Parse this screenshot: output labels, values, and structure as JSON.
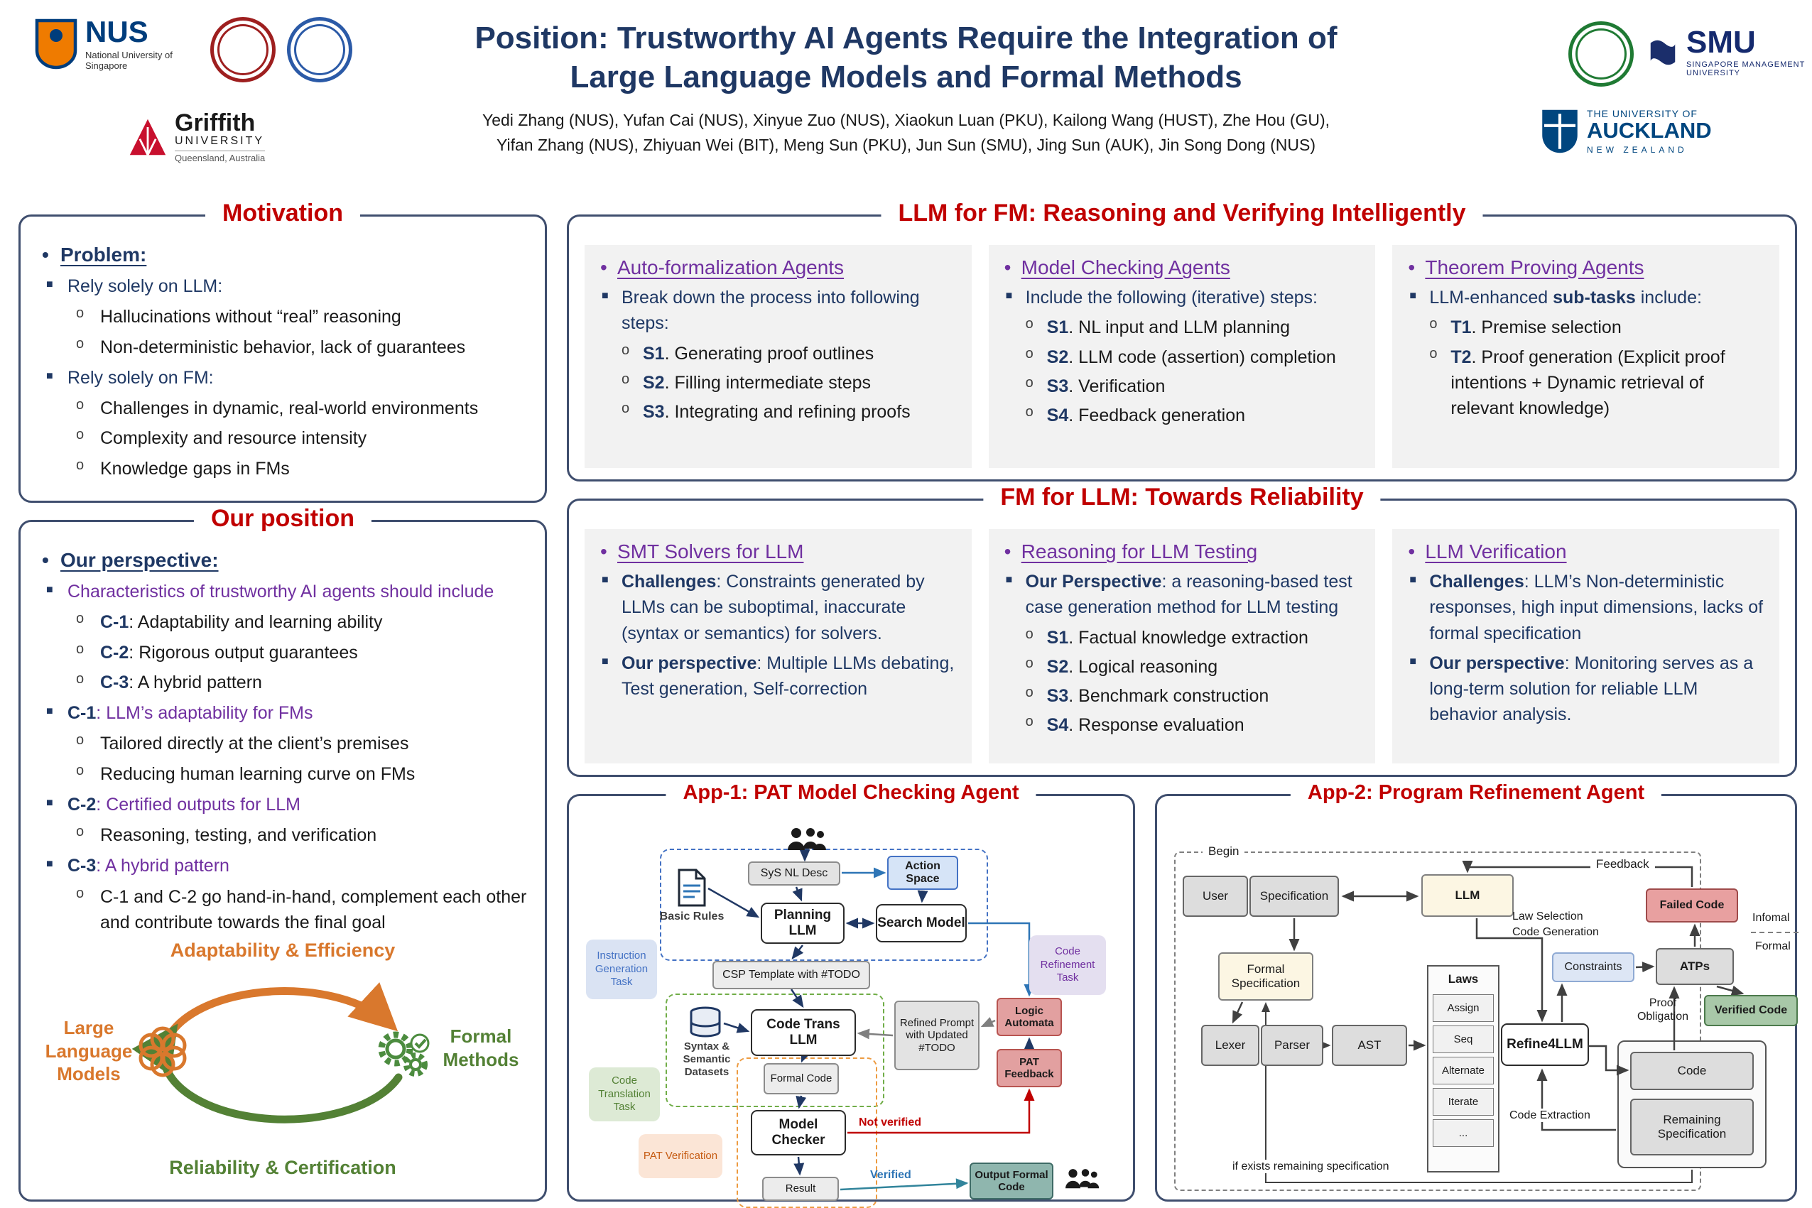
{
  "header": {
    "title_line1": "Position: Trustworthy AI Agents Require the Integration of",
    "title_line2": "Large Language Models and Formal Methods",
    "authors_line1": "Yedi Zhang (NUS), Yufan Cai (NUS), Xinyue Zuo (NUS), Xiaokun Luan (PKU), Kailong Wang (HUST), Zhe Hou (GU),",
    "authors_line2": "Yifan Zhang (NUS), Zhiyuan Wei (BIT), Meng Sun (PKU), Jun Sun (SMU), Jing Sun (AUK), Jin Song Dong (NUS)",
    "logos": {
      "nus_abbr": "NUS",
      "nus_name": "National University of Singapore",
      "griffith_name": "Griffith",
      "griffith_sub": "UNIVERSITY",
      "griffith_region": "Queensland, Australia",
      "smu_abbr": "SMU",
      "smu_sub": "SINGAPORE MANAGEMENT UNIVERSITY",
      "auckland_line1": "THE UNIVERSITY OF",
      "auckland_line2": "AUCKLAND",
      "auckland_line3": "NEW ZEALAND"
    }
  },
  "motivation": {
    "title": "Motivation",
    "heading": "Problem:",
    "groups": [
      {
        "label": "Rely solely on LLM:",
        "items": [
          "Hallucinations without “real” reasoning",
          "Non-deterministic behavior, lack of guarantees"
        ]
      },
      {
        "label": "Rely solely on FM:",
        "items": [
          "Challenges in dynamic, real-world environments",
          "Complexity and resource intensity",
          "Knowledge gaps in FMs"
        ]
      }
    ]
  },
  "position": {
    "title": "Our position",
    "heading": "Our perspective:",
    "groups": [
      {
        "label_bold": "",
        "label_rest": "Characteristics of trustworthy AI agents should include",
        "items": [
          {
            "b": "C-1",
            "t": ": Adaptability and learning ability"
          },
          {
            "b": "C-2",
            "t": ": Rigorous output guarantees"
          },
          {
            "b": "C-3",
            "t": ": A hybrid pattern"
          }
        ]
      },
      {
        "label_bold": "C-1",
        "label_rest": ": LLM’s adaptability for FMs",
        "items": [
          {
            "b": "",
            "t": "Tailored directly at the client’s premises"
          },
          {
            "b": "",
            "t": "Reducing human learning curve on FMs"
          }
        ]
      },
      {
        "label_bold": "C-2",
        "label_rest": ": Certified outputs for LLM",
        "items": [
          {
            "b": "",
            "t": "Reasoning, testing, and verification"
          }
        ]
      },
      {
        "label_bold": "C-3",
        "label_rest": ": A hybrid pattern",
        "items": [
          {
            "b": "",
            "t": "C-1 and C-2 go hand-in-hand, complement each other and contribute towards the final goal"
          }
        ]
      }
    ],
    "cycle": {
      "top": "Adaptability & Efficiency",
      "left": "Large Language Models",
      "right": "Formal Methods",
      "bottom": "Reliability & Certification"
    }
  },
  "llm_for_fm": {
    "title": "LLM for FM: Reasoning and Verifying Intelligently",
    "panels": [
      {
        "heading": "Auto-formalization Agents",
        "intro_pre": "Break down the process into following steps:",
        "intro_bold": "",
        "intro_post": "",
        "items": [
          {
            "b": "S1",
            "t": ". Generating proof outlines"
          },
          {
            "b": "S2",
            "t": ". Filling intermediate steps"
          },
          {
            "b": "S3",
            "t": ". Integrating and refining proofs"
          }
        ]
      },
      {
        "heading": "Model Checking Agents",
        "intro_pre": "Include the following (iterative) steps:",
        "intro_bold": "",
        "intro_post": "",
        "items": [
          {
            "b": "S1",
            "t": ". NL input and LLM planning"
          },
          {
            "b": "S2",
            "t": ". LLM code (assertion) completion"
          },
          {
            "b": "S3",
            "t": ". Verification"
          },
          {
            "b": "S4",
            "t": ". Feedback generation"
          }
        ]
      },
      {
        "heading": "Theorem Proving Agents",
        "intro_pre": "LLM-enhanced ",
        "intro_bold": "sub-tasks",
        "intro_post": " include:",
        "items": [
          {
            "b": "T1",
            "t": ". Premise selection"
          },
          {
            "b": "T2",
            "t": ". Proof generation (Explicit proof intentions + Dynamic retrieval of relevant knowledge)"
          }
        ]
      }
    ]
  },
  "fm_for_llm": {
    "title": "FM for LLM: Towards Reliability",
    "panels": [
      {
        "heading": "SMT Solvers for LLM",
        "bullets": [
          {
            "b": "Challenges",
            "t": ": Constraints generated by LLMs can be suboptimal, inaccurate (syntax or semantics) for solvers."
          },
          {
            "b": "Our perspective",
            "t": ": Multiple LLMs debating, Test generation, Self-correction"
          }
        ],
        "items": []
      },
      {
        "heading": "Reasoning for LLM Testing",
        "bullets": [
          {
            "b": "Our Perspective",
            "t": ": a reasoning-based test case generation method for LLM testing"
          }
        ],
        "items": [
          {
            "b": "S1",
            "t": ". Factual knowledge extraction"
          },
          {
            "b": "S2",
            "t": ". Logical reasoning"
          },
          {
            "b": "S3",
            "t": ". Benchmark construction"
          },
          {
            "b": "S4",
            "t": ". Response evaluation"
          }
        ]
      },
      {
        "heading": "LLM Verification",
        "bullets": [
          {
            "b": "Challenges",
            "t": ": LLM’s Non-deterministic responses, high input dimensions, lacks of formal specification"
          },
          {
            "b": "Our perspective",
            "t": ": Monitoring serves as a long-term solution for reliable LLM behavior analysis."
          }
        ],
        "items": []
      }
    ]
  },
  "app1": {
    "title": "App-1: PAT Model Checking Agent",
    "nodes": {
      "sys_nl_desc": "SyS NL Desc",
      "action_space": "Action Space",
      "basic_rules": "Basic Rules",
      "planning_llm": "Planning LLM",
      "search_model": "Search Model",
      "instruction_task": "Instruction Generation Task",
      "csp_template": "CSP Template with #TODO",
      "code_refinement_task": "Code Refinement Task",
      "syntax_datasets": "Syntax & Semantic Datasets",
      "code_trans_llm": "Code Trans LLM",
      "refined_prompt": "Refined Prompt with Updated #TODO",
      "logic_automata": "Logic Automata",
      "pat_feedback": "PAT Feedback",
      "code_translation_task": "Code Translation Task",
      "formal_code": "Formal Code",
      "model_checker": "Model Checker",
      "not_verified": "Not verified",
      "pat_verification": "PAT Verification",
      "result": "Result",
      "verified": "Verified",
      "output_formal_code": "Output Formal Code"
    }
  },
  "app2": {
    "title": "App-2: Program Refinement Agent",
    "nodes": {
      "begin": "Begin",
      "user": "User",
      "specification": "Specification",
      "llm": "LLM",
      "feedback": "Feedback",
      "failed_code": "Failed Code",
      "informal": "Infomal",
      "formal": "Formal",
      "law_selection": "Law Selection",
      "code_generation": "Code Generation",
      "formal_specification": "Formal Specification",
      "laws": "Laws",
      "law_items": [
        "Assign",
        "Seq",
        "Alternate",
        "Iterate",
        "..."
      ],
      "constraints": "Constraints",
      "atps": "ATPs",
      "verified_code": "Verified Code",
      "proof_obligation": "Proof Obligation",
      "lexer": "Lexer",
      "parser": "Parser",
      "ast": "AST",
      "refine4llm": "Refine4LLM",
      "code": "Code",
      "remaining_specification": "Remaining Specification",
      "code_extraction": "Code Extraction",
      "if_exists": "if exists remaining specification"
    }
  }
}
